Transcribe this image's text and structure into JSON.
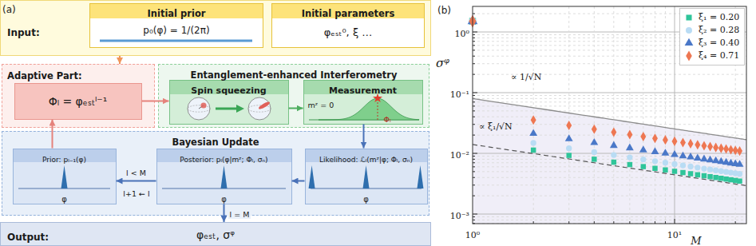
{
  "diagram": {
    "nodes": [
      {
        "text": [
          "Input:"
        ]
      },
      {
        "text": [
          "Initial prior",
          "p₀(φ) = 1/(2π)"
        ],
        "in": 0
      },
      {
        "text": [
          "Initial parameters",
          "φₑₛₜ⁰, ξ …"
        ],
        "in": 0
      },
      {
        "text": [
          "Adaptive Part:"
        ]
      },
      {
        "text": [
          "Φₗ = φₑₛₜˡ⁻¹"
        ],
        "in": 3
      },
      {
        "text": [
          "Entanglement-enhanced Interferometry"
        ]
      },
      {
        "text": [
          "Spin squeezing"
        ],
        "in": 5
      },
      {
        "text": [
          "Measurement",
          "mᶻ = 0",
          "Φₗ"
        ],
        "in": 5
      },
      {
        "text": [
          "Bayesian Update"
        ]
      },
      {
        "text": [
          "Prior: pₗ₋₁(φ)",
          "φ"
        ],
        "in": 8
      },
      {
        "text": [
          "Posterior: pₗ(φ|mᶻ; Φₗ, σₙ)",
          "φ"
        ],
        "in": 8
      },
      {
        "text": [
          "Likelihood: ℒₗ(mᶻ|φ; Φₗ, σₙ)",
          "φ"
        ],
        "in": 8
      },
      {
        "text": [
          "Output:",
          "φₑₛₜ, σᵠ"
        ]
      }
    ],
    "edges": [
      {
        "from": 0,
        "to": 3,
        "arrow": "to"
      },
      {
        "from": 4,
        "to": 6,
        "arrow": "to"
      },
      {
        "from": 6,
        "to": 7,
        "arrow": "to"
      },
      {
        "from": 7,
        "to": 11,
        "arrow": "to"
      },
      {
        "from": 11,
        "to": 10,
        "arrow": "to"
      },
      {
        "from": 10,
        "to": 9,
        "arrow": "to",
        "label": "l < M"
      },
      {
        "from": 9,
        "to": 4,
        "arrow": "to"
      },
      {
        "from": 10,
        "to": 12,
        "arrow": "to",
        "label": "l = M"
      }
    ],
    "labels": [
      "(a)",
      "l+1 ← l",
      "(b)",
      "10⁰",
      "10⁻¹",
      "10⁻²",
      "10⁻³",
      "10⁰",
      "10¹",
      "σᵠ",
      "M",
      "∝ 1/√N",
      "∝ ξ₁/√N"
    ],
    "legend": [
      {
        "text": "ξ₁ = 0.20"
      },
      {
        "text": "ξ₂ = 0.28"
      },
      {
        "text": "ξ₃ = 0.40"
      },
      {
        "text": "ξ₄ = 0.71"
      }
    ]
  }
}
